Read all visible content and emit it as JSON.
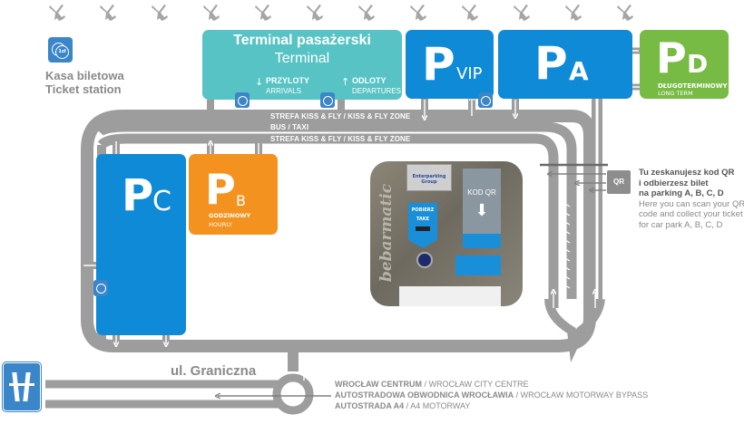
{
  "colors": {
    "terminal": "#57c3c4",
    "parking_blue": "#0e8ad7",
    "parking_orange": "#f4921f",
    "parking_green": "#77bb44",
    "road": "#9d9d9e",
    "icon_blue": "#3a86c8",
    "text_grey": "#8a8a8a"
  },
  "ticket_station": {
    "icon": "coin-1zl-icon",
    "icon_text": "1zł",
    "label_pl": "Kasa biletowa",
    "label_en": "Ticket station"
  },
  "terminal": {
    "title_pl": "Terminal pasażerski",
    "title_en": "Terminal",
    "arrivals_pl": "PRZYLOTY",
    "arrivals_en": "ARRIVALS",
    "departures_pl": "ODLOTY",
    "departures_en": "DEPARTURES"
  },
  "parkings": {
    "vip": {
      "letter": "P",
      "sub": "VIP"
    },
    "a": {
      "letter": "P",
      "sub": "A"
    },
    "d": {
      "letter": "P",
      "sub": "D",
      "desc_pl": "DŁUGOTERMINOWY",
      "desc_en": "LONG TERM"
    },
    "c": {
      "letter": "P",
      "sub": "C"
    },
    "b": {
      "letter": "P",
      "sub": "B",
      "desc_pl": "GODZINOWY",
      "desc_en": "HOURLY"
    }
  },
  "lanes": {
    "kiss_fly_1": "STREFA KISS & FLY / KISS & FLY ZONE",
    "bus_taxi": "BUS / TAXI",
    "kiss_fly_2": "STREFA KISS & FLY / KISS & FLY ZONE"
  },
  "qr": {
    "badge": "QR",
    "info_pl_1": "Tu zeskanujesz kod QR",
    "info_pl_2": "i odbierzesz bilet",
    "info_pl_3": "na parking A, B, C, D",
    "info_en_1": "Here you can scan your QR",
    "info_en_2": "code and collect your ticket",
    "info_en_3": "for car park A, B, C, D"
  },
  "machine": {
    "brand": "bebarmatic",
    "take_pl": "POBIERZ",
    "take_en": "TAKE",
    "kod_qr": "KOD QR",
    "plate": "Enterparking Group"
  },
  "street": {
    "name": "ul. Graniczna"
  },
  "destinations": {
    "line1_pl": "WROCŁAW CENTRUM",
    "line1_en": "WROCŁAW CITY CENTRE",
    "line2_pl": "AUTOSTRADOWA OBWODNICA WROCŁAWIA",
    "line2_en": "WROCŁAW MOTORWAY BYPASS",
    "line3_pl": "AUTOSTRADA A4",
    "line3_en": "A4 MOTORWAY",
    "sep": " / "
  },
  "icons": {
    "plane": "airplane-icon",
    "motorway": "motorway-sign-icon"
  }
}
